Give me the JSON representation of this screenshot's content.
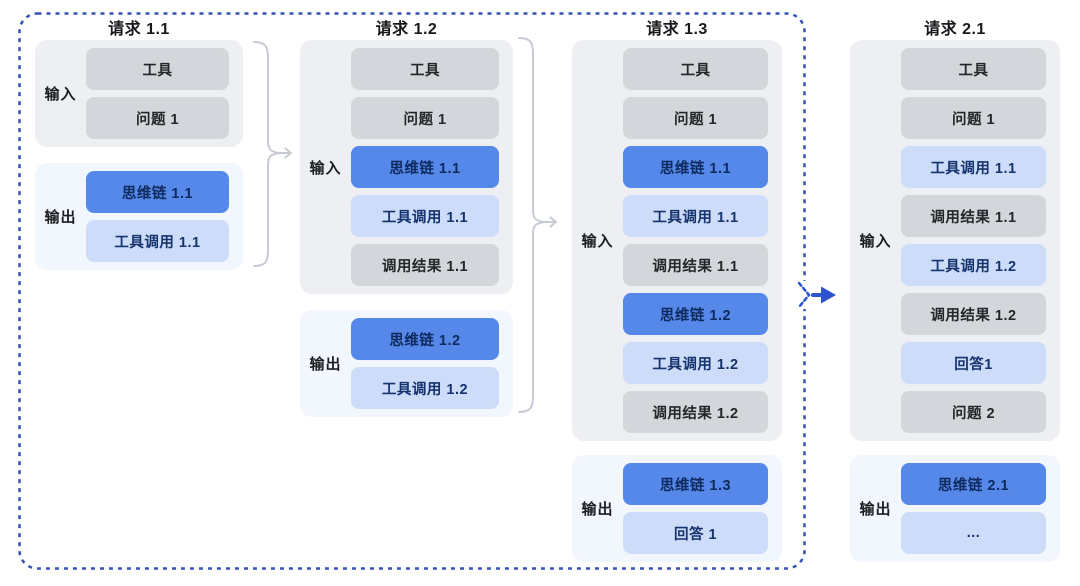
{
  "palette": {
    "page-bg": "#ffffff",
    "dashed-border": "#3552b4",
    "arrow-blue": "#2d53cf",
    "brace": "#c7ccd4",
    "group-input-bg": "#edeff2",
    "group-output-bg": "#f2f6fd",
    "tone-gray-bg": "#d3d6da",
    "tone-gray-text": "#23262a",
    "tone-blue-bg": "#5588e8",
    "tone-blue-text": "#0e2a5e",
    "tone-lightblue-bg": "#cdddf9",
    "tone-lightblue-text": "#16336e",
    "title-text": "#17191c",
    "label-text": "#1b1d20"
  },
  "columns": [
    {
      "title": "请求 1.1",
      "input": {
        "label": "输入",
        "items": [
          {
            "text": "工具",
            "tone": "gray"
          },
          {
            "text": "问题 1",
            "tone": "gray"
          }
        ]
      },
      "output": {
        "label": "输出",
        "items": [
          {
            "text": "思维链 1.1",
            "tone": "blue"
          },
          {
            "text": "工具调用 1.1",
            "tone": "lightblue"
          }
        ]
      }
    },
    {
      "title": "请求 1.2",
      "input": {
        "label": "输入",
        "items": [
          {
            "text": "工具",
            "tone": "gray"
          },
          {
            "text": "问题 1",
            "tone": "gray"
          },
          {
            "text": "思维链 1.1",
            "tone": "blue"
          },
          {
            "text": "工具调用 1.1",
            "tone": "lightblue"
          },
          {
            "text": "调用结果 1.1",
            "tone": "gray"
          }
        ]
      },
      "output": {
        "label": "输出",
        "items": [
          {
            "text": "思维链 1.2",
            "tone": "blue"
          },
          {
            "text": "工具调用 1.2",
            "tone": "lightblue"
          }
        ]
      }
    },
    {
      "title": "请求 1.3",
      "input": {
        "label": "输入",
        "items": [
          {
            "text": "工具",
            "tone": "gray"
          },
          {
            "text": "问题 1",
            "tone": "gray"
          },
          {
            "text": "思维链 1.1",
            "tone": "blue"
          },
          {
            "text": "工具调用 1.1",
            "tone": "lightblue"
          },
          {
            "text": "调用结果 1.1",
            "tone": "gray"
          },
          {
            "text": "思维链 1.2",
            "tone": "blue"
          },
          {
            "text": "工具调用 1.2",
            "tone": "lightblue"
          },
          {
            "text": "调用结果 1.2",
            "tone": "gray"
          }
        ]
      },
      "output": {
        "label": "输出",
        "items": [
          {
            "text": "思维链 1.3",
            "tone": "blue"
          },
          {
            "text": "回答 1",
            "tone": "lightblue"
          }
        ]
      }
    },
    {
      "title": "请求 2.1",
      "input": {
        "label": "输入",
        "items": [
          {
            "text": "工具",
            "tone": "gray"
          },
          {
            "text": "问题 1",
            "tone": "gray"
          },
          {
            "text": "工具调用 1.1",
            "tone": "lightblue"
          },
          {
            "text": "调用结果 1.1",
            "tone": "gray"
          },
          {
            "text": "工具调用 1.2",
            "tone": "lightblue"
          },
          {
            "text": "调用结果 1.2",
            "tone": "gray"
          },
          {
            "text": "回答1",
            "tone": "lightblue"
          },
          {
            "text": "问题 2",
            "tone": "gray"
          }
        ]
      },
      "output": {
        "label": "输出",
        "items": [
          {
            "text": "思维链 2.1",
            "tone": "blue"
          },
          {
            "text": "...",
            "tone": "lightblue"
          }
        ]
      }
    }
  ]
}
